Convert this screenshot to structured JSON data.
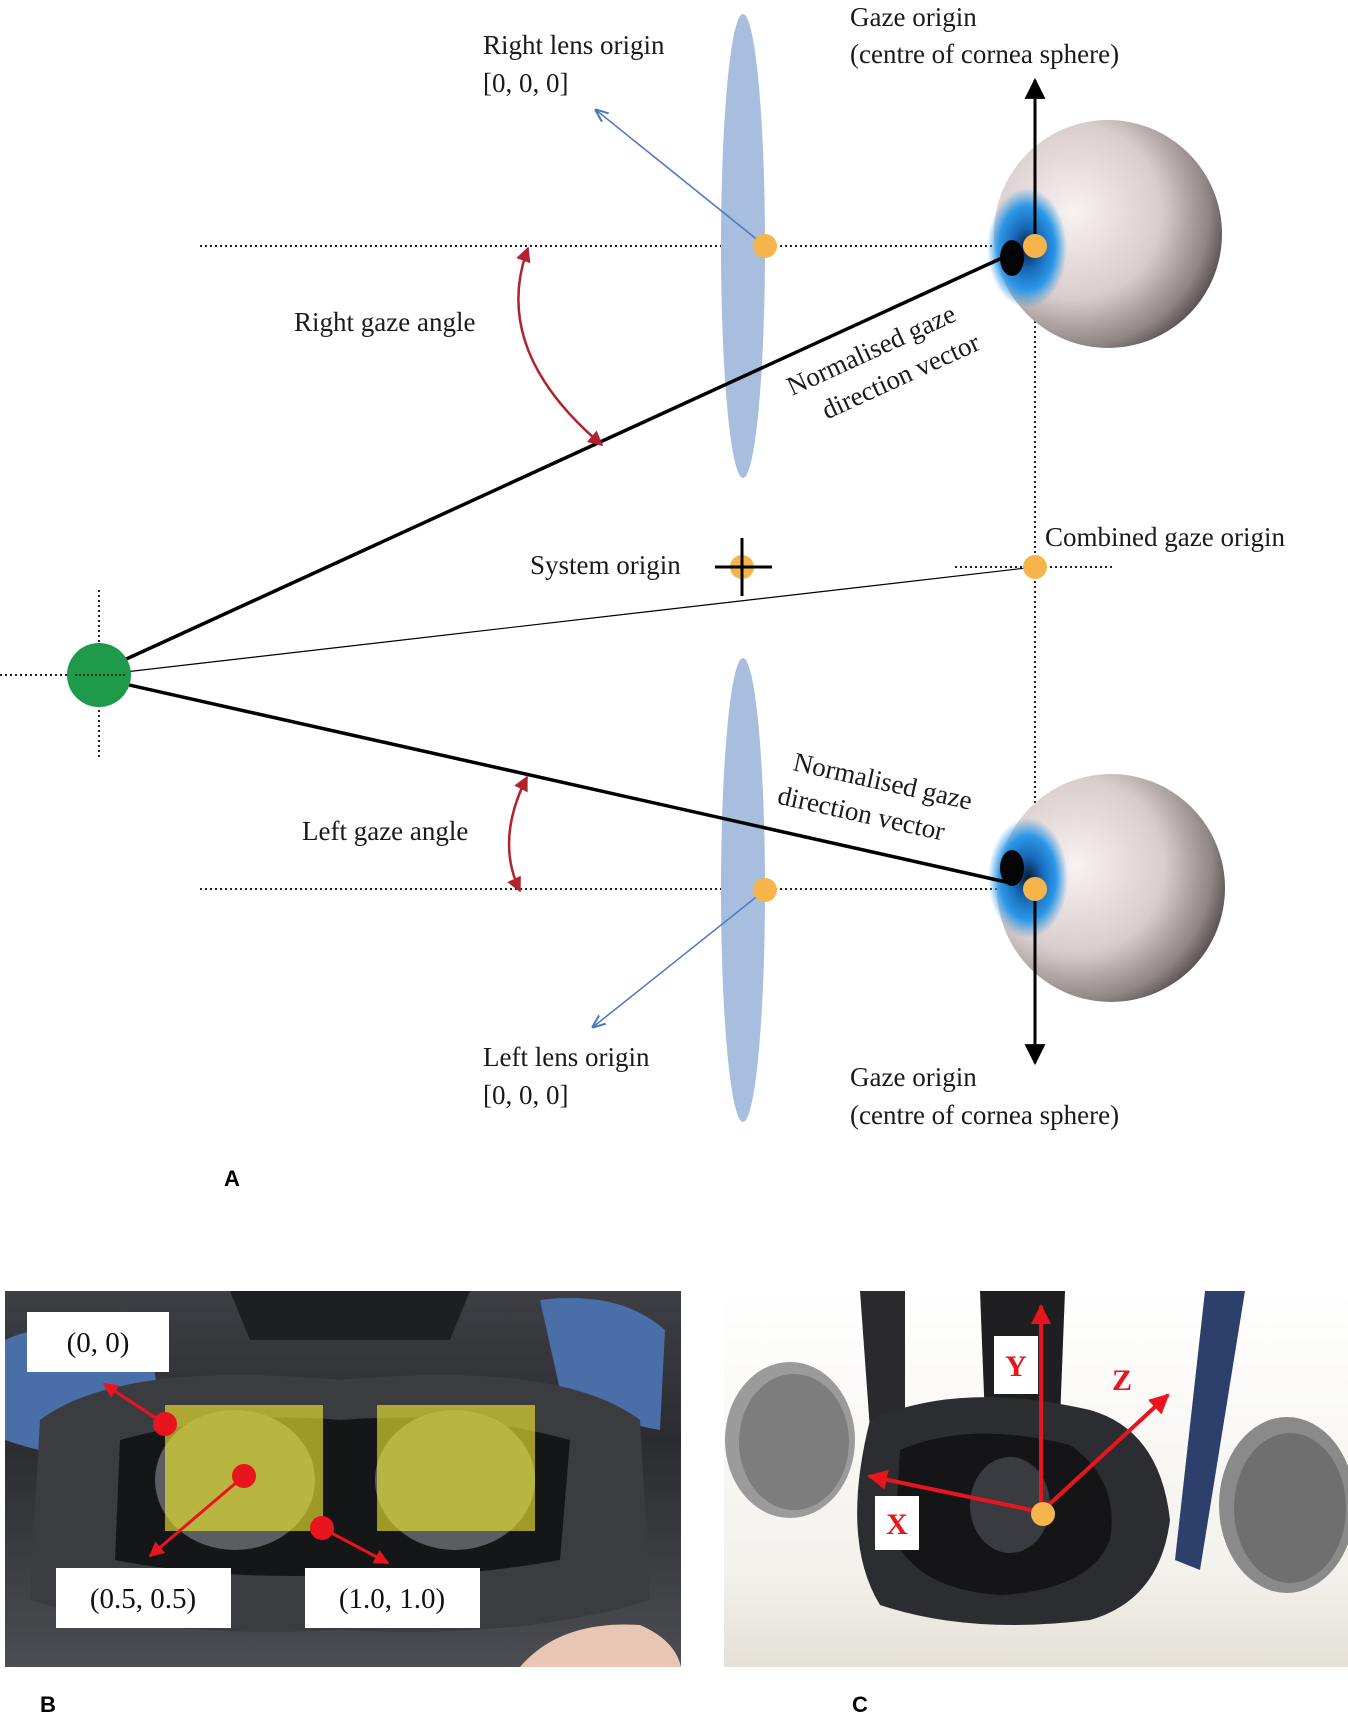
{
  "panel_a": {
    "label": "A",
    "right_lens_origin": [
      "Right lens origin",
      "[0, 0, 0]"
    ],
    "left_lens_origin": [
      "Left lens origin",
      "[0, 0, 0]"
    ],
    "gaze_origin_top": [
      "Gaze origin",
      "(centre of cornea sphere)"
    ],
    "gaze_origin_bottom": [
      "Gaze origin",
      "(centre of cornea sphere)"
    ],
    "right_gaze_angle": "Right gaze angle",
    "left_gaze_angle": "Left gaze angle",
    "vector_top": [
      "Normalised gaze",
      "direction vector"
    ],
    "vector_bottom": [
      "Normalised gaze",
      "direction vector"
    ],
    "system_origin": "System origin",
    "combined_gaze_origin": "Combined gaze origin"
  },
  "panel_b": {
    "label": "B",
    "coords": [
      "(0,  0)",
      "(0.5,  0.5)",
      "(1.0,  1.0)"
    ]
  },
  "panel_c": {
    "label": "C",
    "axes": [
      "Y",
      "Z",
      "X"
    ]
  },
  "colors": {
    "lens": "#a8bedf",
    "origin_dot": "#f6b44a",
    "target": "#1d9a4a",
    "angle_arc": "#b0232c",
    "lens_vector": "#4a78c0",
    "axis_red": "#e8151f",
    "iris": "#1e84d8"
  },
  "icons": [
    "eyeball-icon",
    "crosshair-icon",
    "vr-headset-photo"
  ]
}
